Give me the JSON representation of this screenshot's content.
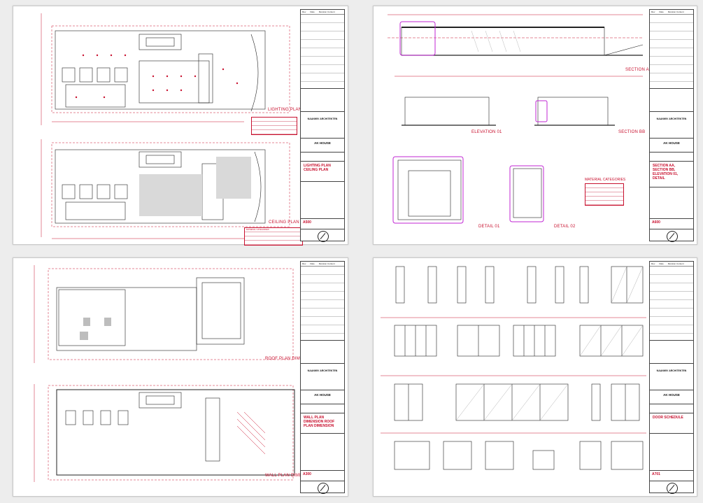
{
  "colors": {
    "accent": "#c8102e",
    "line": "#222222",
    "magenta": "#c026d3",
    "paper": "#ffffff",
    "bg": "#ededed"
  },
  "titleblock": {
    "revision_header": [
      "Rev",
      "Date",
      "Revision Content"
    ],
    "firm": "NAANWIV ARCHITEKTEN",
    "project": "AK HOUSE",
    "sheet_1": {
      "title": "LIGHTING PLAN CEILING PLAN",
      "number": "A500"
    },
    "sheet_2": {
      "title": "SECTION AA, SECTION BB, ELEVATION 01, DETAIL",
      "number": "A600"
    },
    "sheet_3": {
      "title": "WALL PLAN DIMENSION ROOF PLAN DIMENSION",
      "number": "A300"
    },
    "sheet_4": {
      "title": "DOOR SCHEDULE",
      "number": "A701"
    }
  },
  "sheet1": {
    "lighting_plan": "LIGHTING PLAN",
    "ceiling_plan": "CEILING PLAN",
    "material_categories": "MATERIAL CATEGORIES"
  },
  "sheet2": {
    "section_aa": "SECTION AA",
    "section_bb": "SECTION BB",
    "elevation_01": "ELEVATION 01",
    "detail_01": "DETAIL 01",
    "detail_02": "DETAIL 02",
    "material_categories": "MATERIAL CATEGORIES"
  },
  "sheet3": {
    "roof_plan": "ROOF PLAN DIMENSION",
    "wall_plan": "WALL PLAN DIMENSION"
  }
}
